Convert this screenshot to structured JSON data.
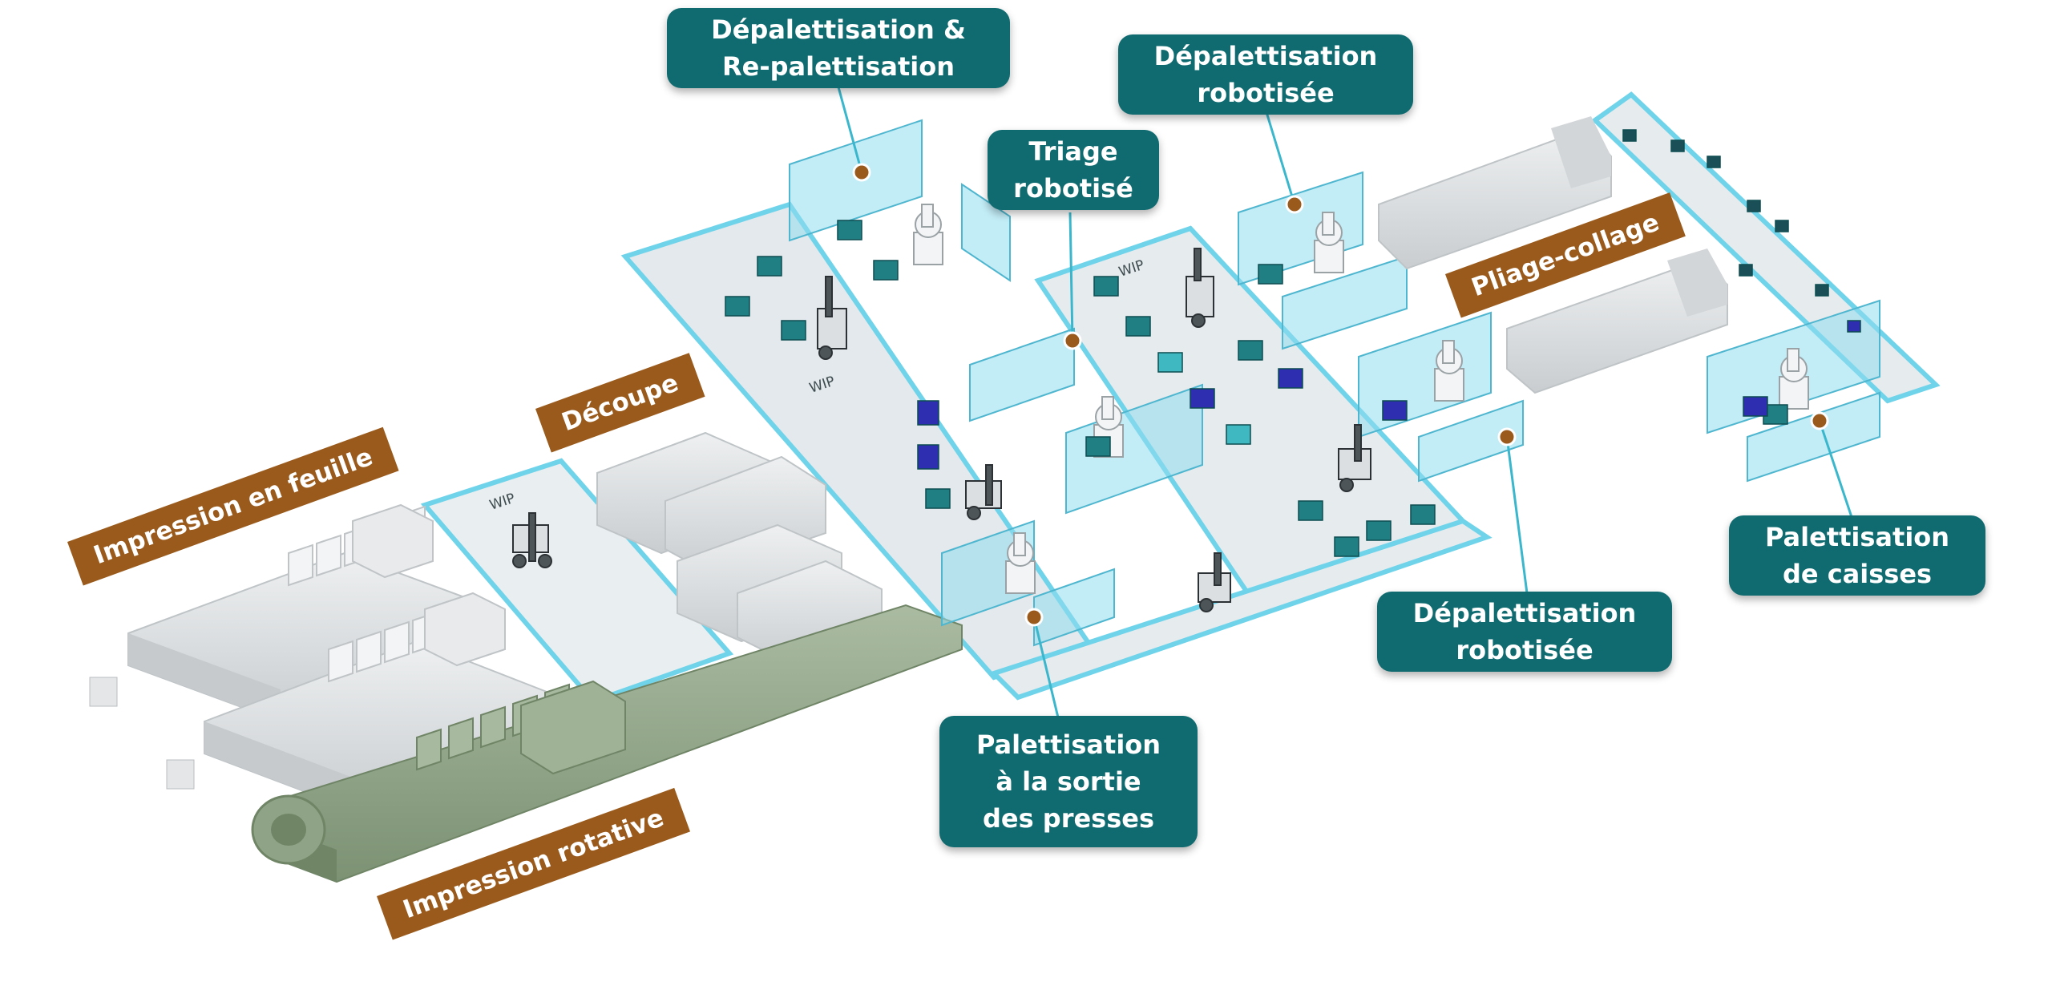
{
  "labels": {
    "depal_repal": [
      "Dépalettisation &",
      "Re-palettisation"
    ],
    "depal_robot_top": [
      "Dépalettisation",
      "robotisée"
    ],
    "triage": [
      "Triage",
      "robotisé"
    ],
    "palett_sortie": [
      "Palettisation",
      "à la sortie",
      "des presses"
    ],
    "depal_robot_bottom": [
      "Dépalettisation",
      "robotisée"
    ],
    "palett_caisses": [
      "Palettisation",
      "de caisses"
    ]
  },
  "sections": {
    "impression_feuille": "Impression en feuille",
    "decoupe": "Découpe",
    "pliage_collage": "Pliage-collage",
    "impression_rotative": "Impression rotative"
  },
  "wip": {
    "zone_left": "WIP",
    "zone_center": "WIP",
    "zone_right": "WIP"
  },
  "colors": {
    "label_teal": "#0f6b70",
    "label_brown": "#9a5a1c",
    "zone_outline": "#6fd3ea",
    "callout_dot": "#9a5a1c",
    "pallet_teal": "#1f7f82",
    "pallet_blue": "#2d2fb0",
    "machine_grey": "#d9dcdf",
    "machine_green": "#8fa486"
  }
}
